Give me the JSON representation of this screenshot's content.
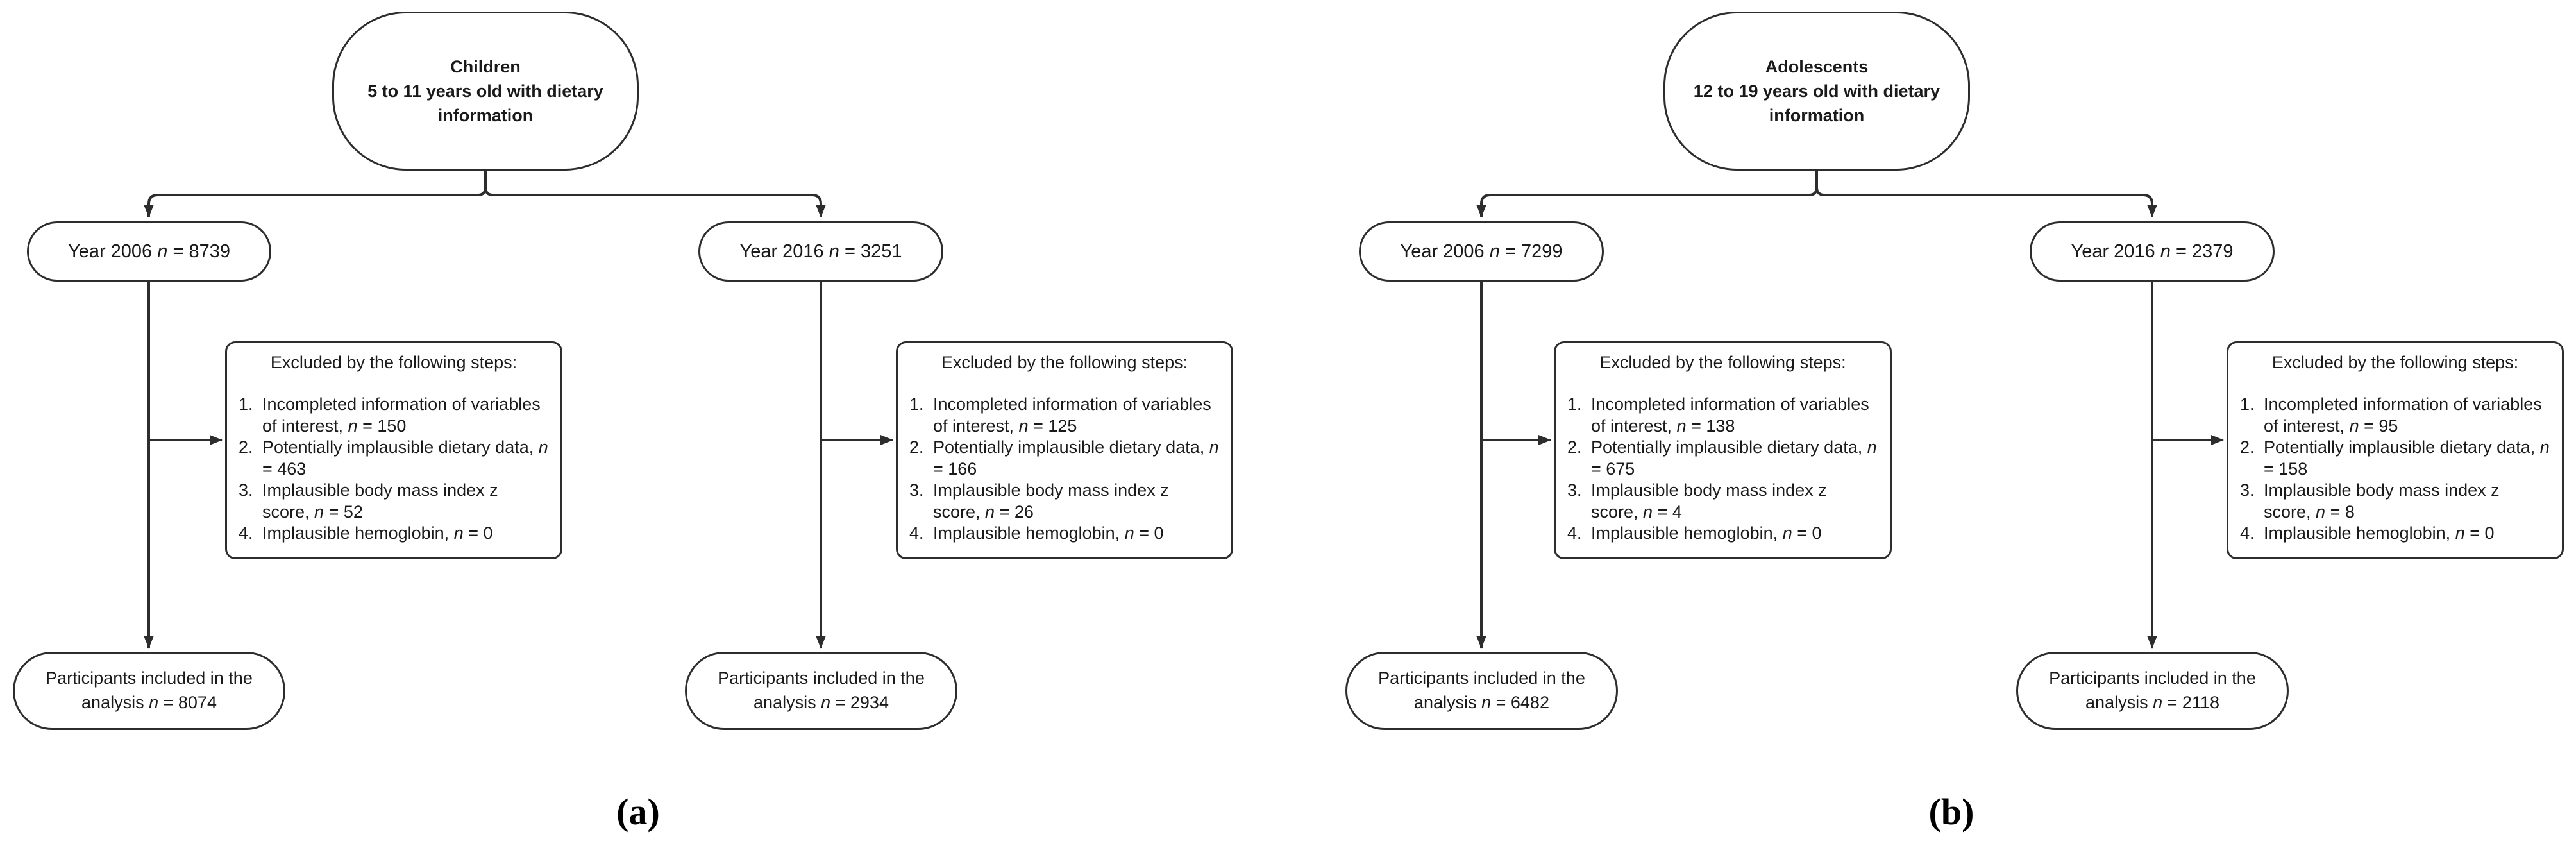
{
  "symbols": {
    "n": "n"
  },
  "panels": [
    {
      "label": "(a)",
      "population": {
        "line1": "Children",
        "line2": "5 to 11 years old with dietary",
        "line3": "information"
      },
      "branches": [
        {
          "year_pre": "Year 2006",
          "year_value": " = 8739",
          "excluded_title": "Excluded by the following steps:",
          "items": [
            {
              "num": "1.",
              "text": "Incompleted information of variables of interest,",
              "value": " = 150"
            },
            {
              "num": "2.",
              "text": "Potentially implausible dietary data,",
              "value": " = 463"
            },
            {
              "num": "3.",
              "text": "Implausible body mass index z score,",
              "value": " = 52"
            },
            {
              "num": "4.",
              "text": "Implausible hemoglobin,",
              "value": " = 0"
            }
          ],
          "result_line1": "Participants included in the",
          "result_pre": "analysis",
          "result_value": " = 8074"
        },
        {
          "year_pre": "Year 2016",
          "year_value": " = 3251",
          "excluded_title": "Excluded by the following steps:",
          "items": [
            {
              "num": "1.",
              "text": "Incompleted information of variables of interest,",
              "value": " = 125"
            },
            {
              "num": "2.",
              "text": "Potentially implausible dietary data,",
              "value": " = 166"
            },
            {
              "num": "3.",
              "text": "Implausible body mass index z score,",
              "value": " = 26"
            },
            {
              "num": "4.",
              "text": "Implausible hemoglobin,",
              "value": " = 0"
            }
          ],
          "result_line1": "Participants included in the",
          "result_pre": "analysis",
          "result_value": " = 2934"
        }
      ]
    },
    {
      "label": "(b)",
      "population": {
        "line1": "Adolescents",
        "line2": "12 to 19 years old  with dietary",
        "line3": "information"
      },
      "branches": [
        {
          "year_pre": "Year 2006",
          "year_value": " = 7299",
          "excluded_title": "Excluded by the following steps:",
          "items": [
            {
              "num": "1.",
              "text": "Incompleted information of variables of interest,",
              "value": " = 138"
            },
            {
              "num": "2.",
              "text": "Potentially implausible dietary data,",
              "value": " = 675"
            },
            {
              "num": "3.",
              "text": "Implausible body mass index z score,",
              "value": " = 4"
            },
            {
              "num": "4.",
              "text": "Implausible hemoglobin,",
              "value": " = 0"
            }
          ],
          "result_line1": "Participants included in the",
          "result_pre": "analysis",
          "result_value": " = 6482"
        },
        {
          "year_pre": "Year 2016",
          "year_value": " = 2379",
          "excluded_title": "Excluded by the following steps:",
          "items": [
            {
              "num": "1.",
              "text": "Incompleted information of variables of interest,",
              "value": " = 95"
            },
            {
              "num": "2.",
              "text": "Potentially implausible dietary data,",
              "value": " = 158"
            },
            {
              "num": "3.",
              "text": "Implausible body mass index z score,",
              "value": " = 8"
            },
            {
              "num": "4.",
              "text": "Implausible hemoglobin,",
              "value": " = 0"
            }
          ],
          "result_line1": "Participants included in the",
          "result_pre": "analysis",
          "result_value": " = 2118"
        }
      ]
    }
  ]
}
